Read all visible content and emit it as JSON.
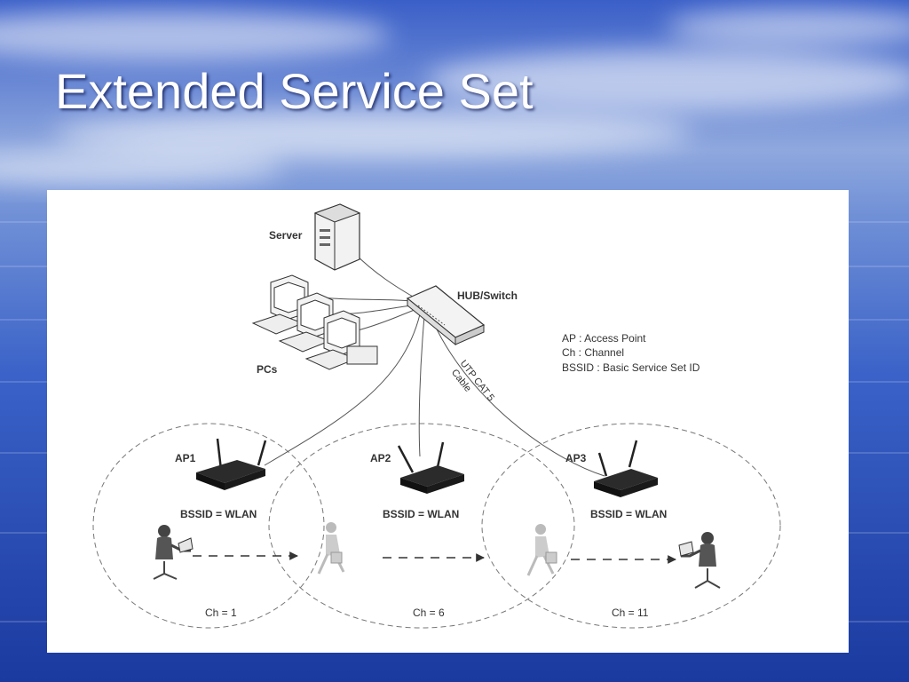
{
  "slide": {
    "title": "Extended Service Set"
  },
  "diagram": {
    "server_label": "Server",
    "hub_label": "HUB/Switch",
    "pcs_label": "PCs",
    "cable_label_line1": "UTP CAT 5",
    "cable_label_line2": "Cable",
    "legend": [
      "AP : Access Point",
      "Ch : Channel",
      "BSSID : Basic Service Set ID"
    ],
    "cells": [
      {
        "ap": "AP1",
        "bssid": "BSSID = WLAN",
        "channel": "Ch = 1"
      },
      {
        "ap": "AP2",
        "bssid": "BSSID = WLAN",
        "channel": "Ch = 6"
      },
      {
        "ap": "AP3",
        "bssid": "BSSID = WLAN",
        "channel": "Ch = 11"
      }
    ]
  }
}
